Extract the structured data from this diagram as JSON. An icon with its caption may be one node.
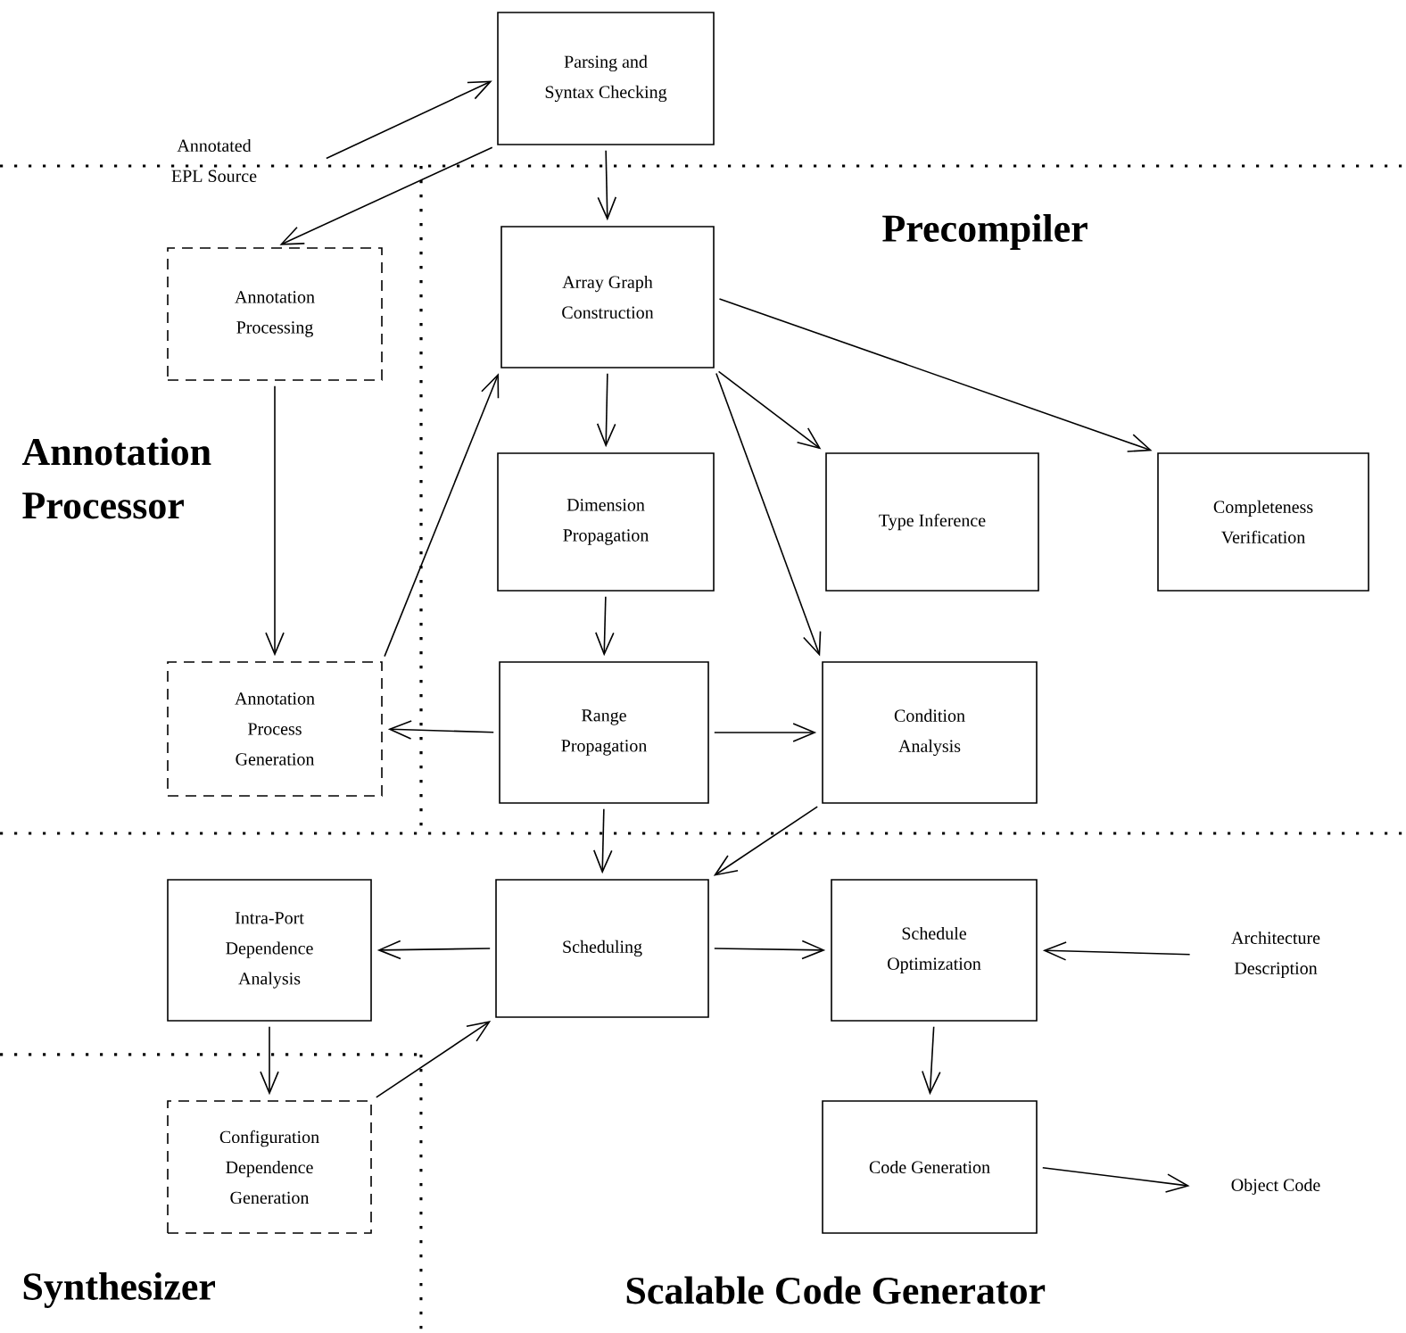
{
  "diagram": {
    "nodes": [
      {
        "text": [
          "Annotated EPL Source"
        ]
      },
      {
        "text": [
          "Parsing and Syntax Checking"
        ]
      },
      {
        "text": [
          "Annotation Processing"
        ]
      },
      {
        "text": [
          "Array Graph Construction"
        ]
      },
      {
        "text": [
          "Dimension Propagation"
        ]
      },
      {
        "text": [
          "Type Inference"
        ]
      },
      {
        "text": [
          "Completeness Verification"
        ]
      },
      {
        "text": [
          "Annotation Process Generation"
        ]
      },
      {
        "text": [
          "Range Propagation"
        ]
      },
      {
        "text": [
          "Condition Analysis"
        ]
      },
      {
        "text": [
          "Intra-Port Dependence Analysis"
        ]
      },
      {
        "text": [
          "Scheduling"
        ]
      },
      {
        "text": [
          "Schedule Optimization"
        ]
      },
      {
        "text": [
          "Architecture Description"
        ]
      },
      {
        "text": [
          "Configuration Dependence Generation"
        ]
      },
      {
        "text": [
          "Code Generation"
        ]
      },
      {
        "text": [
          "Object Code"
        ]
      }
    ],
    "edges": [
      {
        "from": 0,
        "to": 1,
        "arrow": "to"
      },
      {
        "from": 1,
        "to": 2,
        "arrow": "to"
      },
      {
        "from": 1,
        "to": 3,
        "arrow": "to"
      },
      {
        "from": 2,
        "to": 7,
        "arrow": "to"
      },
      {
        "from": 7,
        "to": 3,
        "arrow": "to"
      },
      {
        "from": 3,
        "to": 4,
        "arrow": "to"
      },
      {
        "from": 3,
        "to": 5,
        "arrow": "to"
      },
      {
        "from": 3,
        "to": 6,
        "arrow": "to"
      },
      {
        "from": 3,
        "to": 9,
        "arrow": "to"
      },
      {
        "from": 4,
        "to": 8,
        "arrow": "to"
      },
      {
        "from": 8,
        "to": 7,
        "arrow": "to"
      },
      {
        "from": 8,
        "to": 9,
        "arrow": "to"
      },
      {
        "from": 8,
        "to": 11,
        "arrow": "to"
      },
      {
        "from": 9,
        "to": 11,
        "arrow": "to"
      },
      {
        "from": 11,
        "to": 10,
        "arrow": "to"
      },
      {
        "from": 11,
        "to": 12,
        "arrow": "to"
      },
      {
        "from": 13,
        "to": 12,
        "arrow": "to"
      },
      {
        "from": 10,
        "to": 14,
        "arrow": "to"
      },
      {
        "from": 14,
        "to": 11,
        "arrow": "to"
      },
      {
        "from": 12,
        "to": 15,
        "arrow": "to"
      },
      {
        "from": 15,
        "to": 16,
        "arrow": "to"
      }
    ],
    "labels": [
      "Precompiler",
      "Annotation Processor",
      "Synthesizer",
      "Scalable Code Generator"
    ]
  }
}
